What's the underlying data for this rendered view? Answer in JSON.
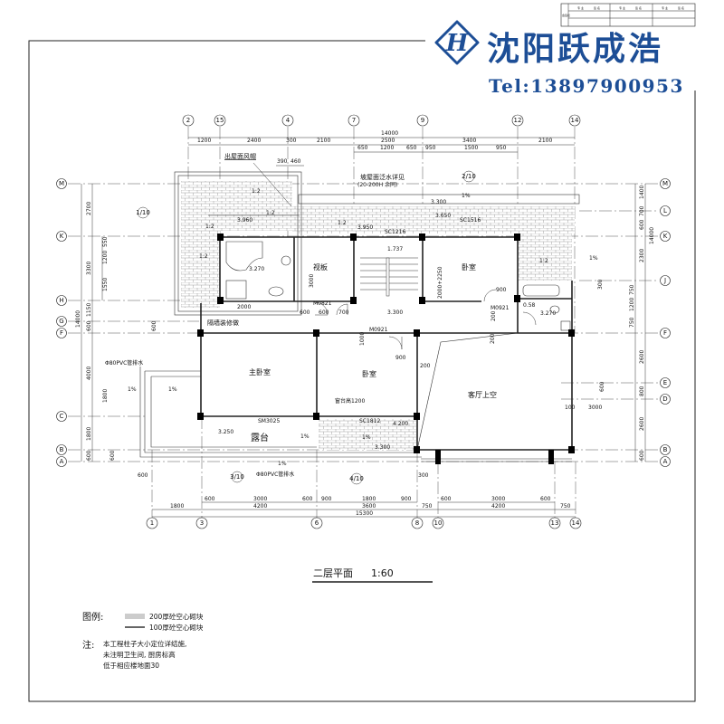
{
  "brand": {
    "name": "沈阳跃成浩",
    "tel": "Tel:13897900953",
    "logo_mark": "H",
    "color": "#1d4e96"
  },
  "signoff_table": {
    "header": "会签栏",
    "cols": [
      "专 业",
      "签 名",
      "专 业",
      "签 名",
      "专 业",
      "签 名"
    ]
  },
  "plan": {
    "title": "二层平面",
    "scale": "1:60",
    "axes_top": [
      "2",
      "15",
      "4",
      "7",
      "9",
      "12",
      "14"
    ],
    "axes_bottom": [
      "1",
      "3",
      "6",
      "8",
      "10",
      "13",
      "14"
    ],
    "axes_left": [
      "M",
      "K",
      "H",
      "G",
      "F",
      "C",
      "B",
      "A"
    ],
    "axes_right": [
      "M",
      "L",
      "K",
      "J",
      "F",
      "E",
      "D",
      "B",
      "A"
    ],
    "dims_top_total": "14000",
    "dims_top_1": [
      "1200",
      "2400",
      "300",
      "2100",
      "2500",
      "3400",
      "2100"
    ],
    "dims_top_2": [
      "650",
      "1200",
      "650",
      "950",
      "1500",
      "950"
    ],
    "dims_top_vent": [
      "390",
      "460"
    ],
    "dims_bottom_1": [
      "600",
      "3000",
      "600",
      "900",
      "1800",
      "900",
      "600",
      "3000",
      "600"
    ],
    "dims_bottom_2": [
      "1800",
      "4200",
      "3600",
      "750",
      "4200",
      "750"
    ],
    "dims_bottom_total": "15300",
    "dims_bottom_extra": [
      "600",
      "300"
    ],
    "dims_left": [
      "2700",
      "3300",
      "1150",
      "600",
      "4000",
      "1800",
      "600"
    ],
    "dims_left_total": "14000",
    "dims_left_inner": [
      "550",
      "1200",
      "1550",
      "600",
      "1800",
      "600"
    ],
    "dims_right": [
      "1400",
      "700",
      "600",
      "2300",
      "300",
      "750",
      "1200",
      "750",
      "2600",
      "800",
      "2600",
      "600"
    ],
    "dims_right_total": "14000",
    "rooms": {
      "bedroom_upper": "卧室",
      "dressing": "视板",
      "master_bedroom": "主卧室",
      "bedroom_lower": "卧室",
      "living_void": "客厅上空",
      "terrace": "露台"
    },
    "notes": {
      "vent_cap": "出屋面风帽",
      "roof_flashing": "坡屋面泛水详见",
      "roof_flashing_sub": "(20-200H 余同)",
      "partition": "隔墙装修做",
      "sill_height": "窗台高1200",
      "pvc_pipe_1": "Φ80PVC管排水",
      "pvc_pipe_2": "Φ80PVC管排水"
    },
    "windows_doors": [
      "SC1516",
      "SC1216",
      "M0821",
      "M0921",
      "M0921",
      "SM3025",
      "SC1812"
    ],
    "elevations": [
      "3.960",
      "3.270",
      "3.950",
      "3.300",
      "3.650",
      "1.737",
      "3.300",
      "3.270",
      "4.200",
      "3.250",
      "3.300"
    ],
    "slopes": [
      "1:2",
      "1:2",
      "1:2",
      "1:2",
      "1:2",
      "1:2",
      "1%",
      "1%",
      "1%",
      "1%",
      "1%",
      "1%",
      "1%"
    ],
    "section_refs": [
      "1/10",
      "2/10",
      "3/10",
      "4/10"
    ],
    "misc_dims": [
      "2000",
      "600",
      "600",
      "700",
      "900",
      "200",
      "1000",
      "3000",
      "2000+2250",
      "900",
      "200",
      "200",
      "100",
      "3000",
      "0.58",
      "600"
    ]
  },
  "legend": {
    "title": "图例:",
    "items": [
      "200厚砼空心砌块",
      "100厚砼空心砌块"
    ]
  },
  "notes": {
    "title": "注:",
    "lines": [
      "本工程柱子大小定位详结施,",
      "未注明卫生间, 厨房标高",
      "低于相应楼地面30"
    ]
  }
}
